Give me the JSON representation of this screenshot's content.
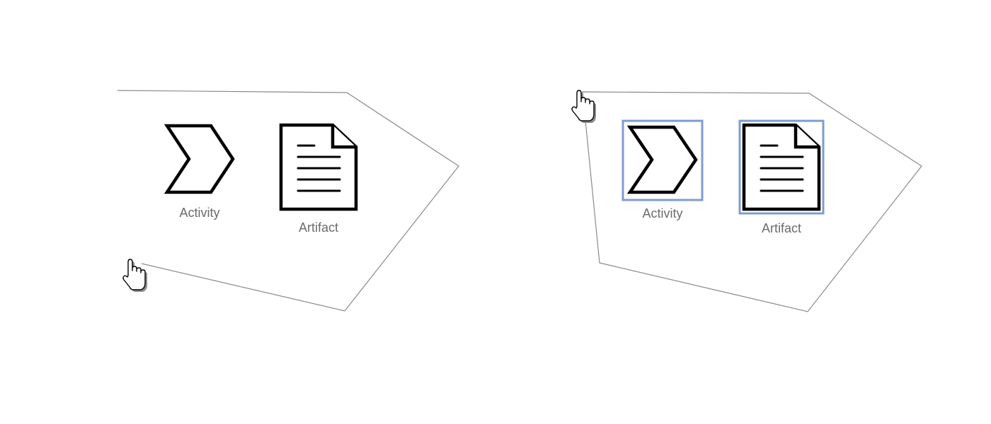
{
  "panels": [
    {
      "state": "lasso-in-progress",
      "elements": [
        {
          "type": "activity",
          "icon": "chevron-icon",
          "label": "Activity",
          "selected": false
        },
        {
          "type": "artifact",
          "icon": "document-icon",
          "label": "Artifact",
          "selected": false
        }
      ]
    },
    {
      "state": "lasso-completed",
      "elements": [
        {
          "type": "activity",
          "icon": "chevron-icon",
          "label": "Activity",
          "selected": true
        },
        {
          "type": "artifact",
          "icon": "document-icon",
          "label": "Artifact",
          "selected": true
        }
      ]
    }
  ],
  "colors": {
    "selection": "#7f9ccf",
    "lasso": "#8a8a8a",
    "label": "#6b6b6b",
    "shape_stroke": "#000000"
  },
  "cursor_icon": "hand-pointer-icon"
}
